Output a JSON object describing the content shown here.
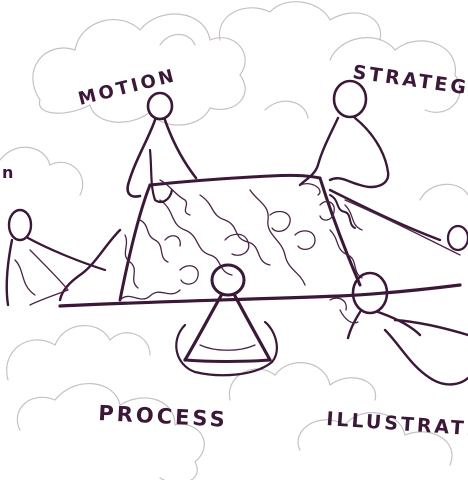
{
  "labels": {
    "motion": "MOTION",
    "strategy": "STRATEG",
    "process": "PROCESS",
    "illustration": "ILLUSTRATI",
    "left_fragment": "n"
  },
  "colors": {
    "ink": "#3b1838",
    "ink_light": "#4a2547",
    "cloud_stroke": "#c9bfc8",
    "background": "#ffffff"
  }
}
